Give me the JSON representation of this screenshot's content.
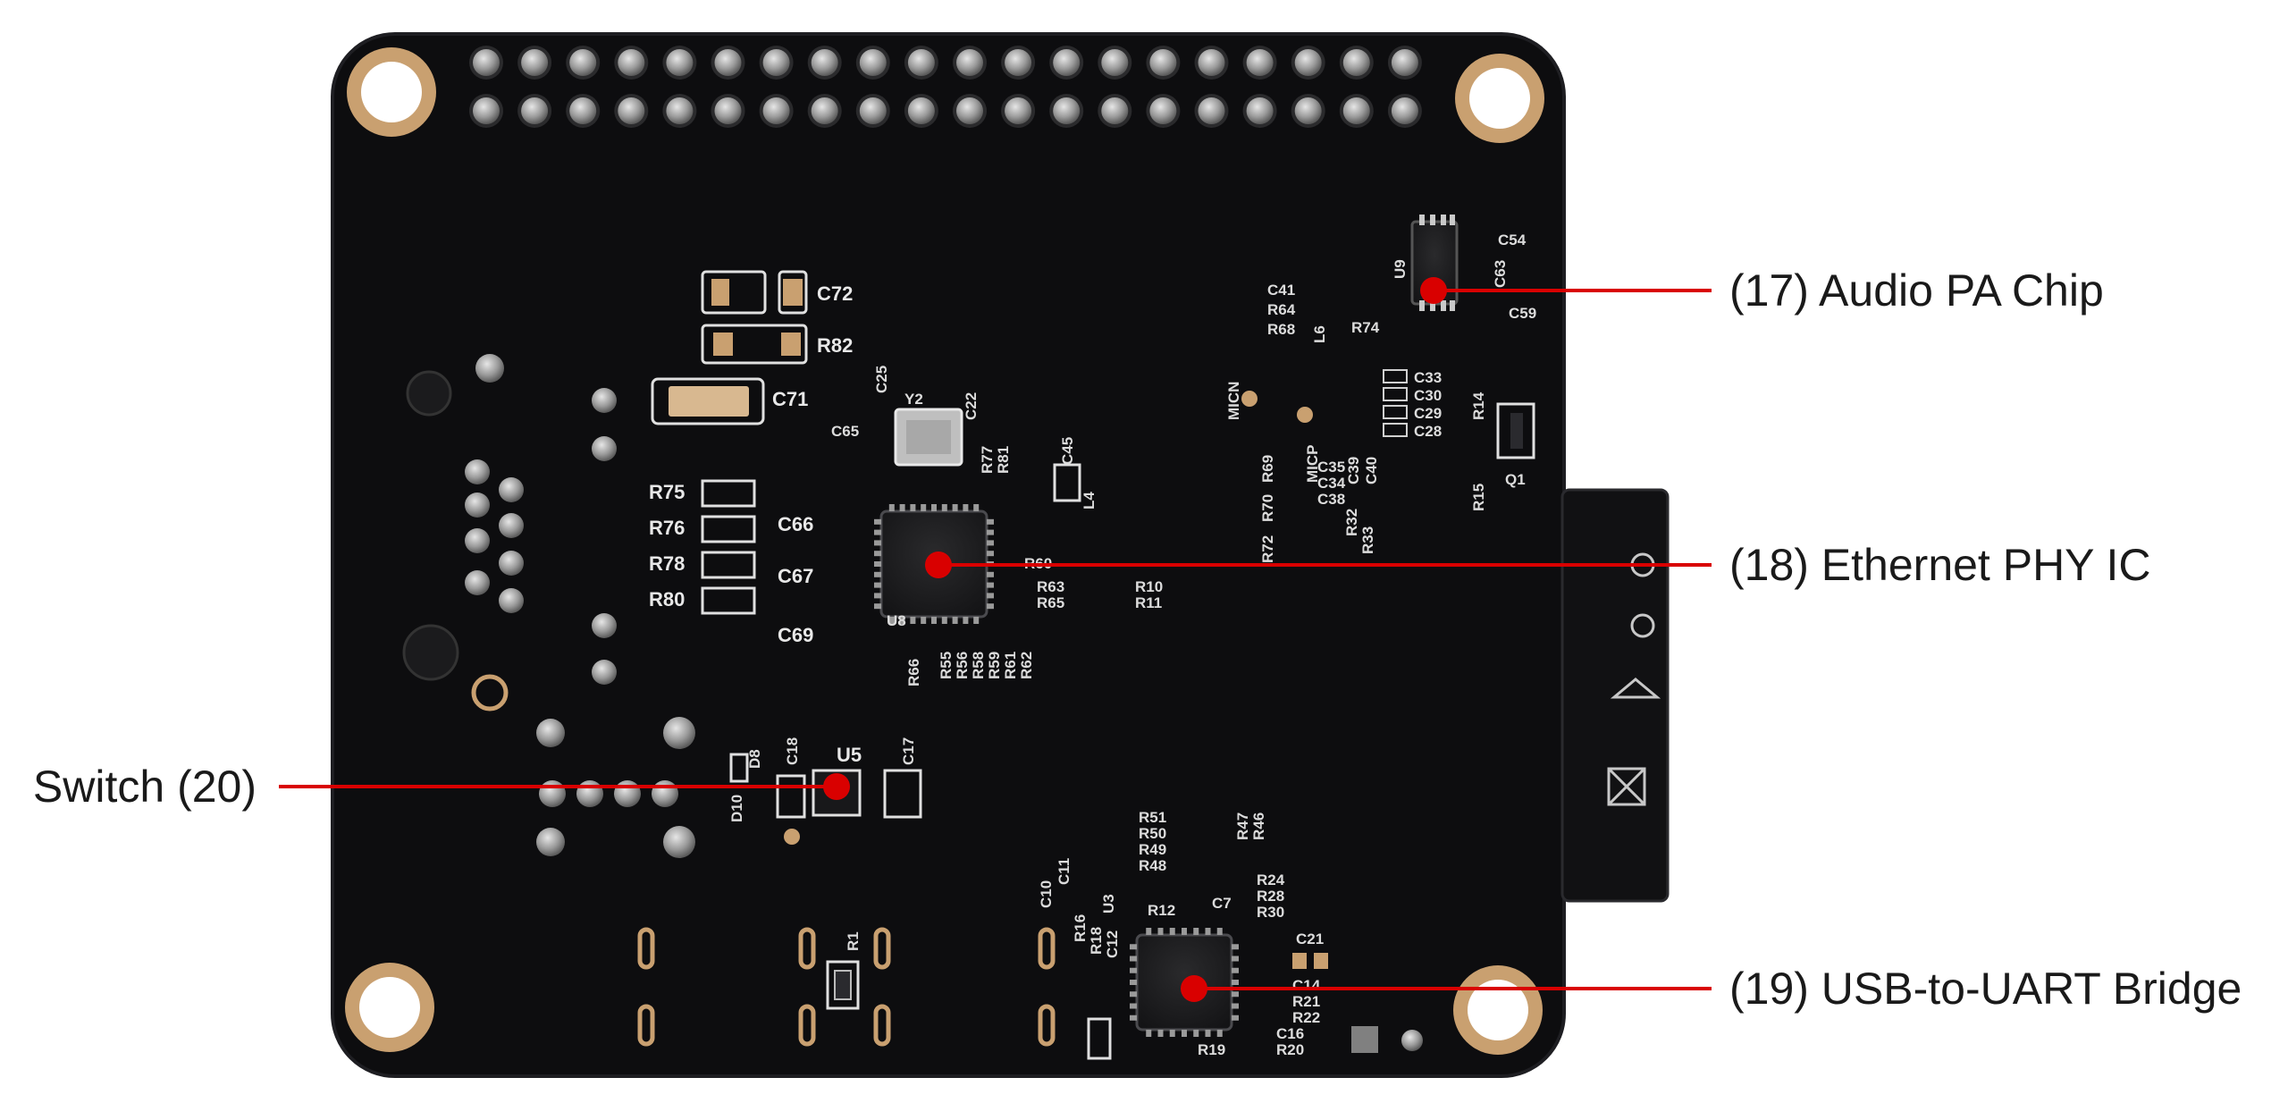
{
  "callouts": [
    {
      "id": "audio-pa",
      "label": "(17) Audio PA Chip"
    },
    {
      "id": "ethernet-phy",
      "label": "(18) Ethernet PHY IC"
    },
    {
      "id": "usb-uart",
      "label": "(19) USB-to-UART Bridge"
    },
    {
      "id": "switch",
      "label": "Switch (20)"
    }
  ],
  "silkscreen": {
    "c72": "C72",
    "r82": "R82",
    "c71": "C71",
    "c25": "C25",
    "y2": "Y2",
    "c22": "C22",
    "c65": "C65",
    "r77": "R77",
    "r81": "R81",
    "c45": "C45",
    "l4": "L4",
    "r75": "R75",
    "r76": "R76",
    "r78": "R78",
    "r80": "R80",
    "c66": "C66",
    "c67": "C67",
    "c69": "C69",
    "u8": "U8",
    "r60": "R60",
    "r63": "R63",
    "r65": "R65",
    "r10": "R10",
    "r11": "R11",
    "r66": "R66",
    "r55": "R55",
    "r56": "R56",
    "r58": "R58",
    "r59": "R59",
    "r61": "R61",
    "r62": "R62",
    "c41": "C41",
    "r64": "R64",
    "r68": "R68",
    "l6": "L6",
    "r74": "R74",
    "u9": "U9",
    "c54": "C54",
    "c63": "C63",
    "c59": "C59",
    "micn": "MICN",
    "micp": "MICP",
    "c33": "C33",
    "c30": "C30",
    "c29": "C29",
    "c28": "C28",
    "r14": "R14",
    "c35": "C35",
    "c34": "C34",
    "c38": "C38",
    "c39": "C39",
    "c40": "C40",
    "r32": "R32",
    "r33": "R33",
    "r72": "R72",
    "r70": "R70",
    "r69": "R69",
    "r15": "R15",
    "q1": "Q1",
    "d10": "D10",
    "d8": "D8",
    "c18": "C18",
    "u5": "U5",
    "c17": "C17",
    "r51": "R51",
    "r50": "R50",
    "r49": "R49",
    "r48": "R48",
    "r47": "R47",
    "r46": "R46",
    "c10": "C10",
    "c11": "C11",
    "r16": "R16",
    "u3": "U3",
    "r18": "R18",
    "c12": "C12",
    "r12": "R12",
    "c7": "C7",
    "r24": "R24",
    "r28": "R28",
    "r30": "R30",
    "c21": "C21",
    "c14": "C14",
    "r21": "R21",
    "r22": "R22",
    "c16": "C16",
    "r20": "R20",
    "r19": "R19",
    "r1": "R1"
  },
  "colors": {
    "board": "#0d0d0f",
    "board_edge": "#1b1b1f",
    "gold": "#c9a070",
    "silver": "#b8b8b8",
    "callout": "#d90000",
    "label": "#1a1a1a"
  }
}
